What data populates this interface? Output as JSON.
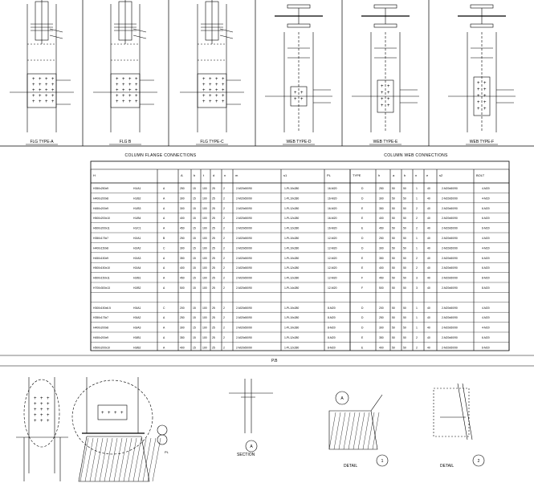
{
  "top_panels": [
    {
      "caption": "FLG TYPE-A",
      "tag": "A"
    },
    {
      "caption": "FLG B",
      "tag": "B"
    },
    {
      "caption": "FLG TYPE-C",
      "tag": "C"
    },
    {
      "caption": "WEB TYPE-D",
      "tag": "D"
    },
    {
      "caption": "WEB TYPE-E",
      "tag": "E"
    },
    {
      "caption": "WEB TYPE-F",
      "tag": "F"
    }
  ],
  "table": {
    "left_heading": "COLUMN FLANGE CONNECTIONS",
    "right_heading": "COLUMN WEB CONNECTIONS",
    "rows_left": [
      [
        "H350x250x9",
        "H1/A1",
        "A",
        "250",
        "15",
        "100",
        "25",
        "2",
        "2-M20x50/90",
        "1-PL10x280",
        "16-M20"
      ],
      [
        "H400x200x8",
        "H1/B2",
        "A",
        "300",
        "15",
        "100",
        "25",
        "2",
        "2-M20x50/90",
        "1-PL10x280",
        "16-M20"
      ],
      [
        "H450x200x9",
        "H1/B3",
        "A",
        "300",
        "15",
        "100",
        "25",
        "2",
        "2-M20x50/90",
        "1-PL12x280",
        "16-M20"
      ],
      [
        "H500x200x10",
        "H1/B4",
        "A",
        "400",
        "15",
        "100",
        "25",
        "2",
        "2-M20x50/90",
        "1-PL12x280",
        "16-M20"
      ],
      [
        "H600x200x11",
        "H1/C1",
        "A",
        "450",
        "15",
        "100",
        "25",
        "2",
        "2-M20x50/90",
        "1-PL12x280",
        "16-M20"
      ],
      [
        "H350x175x7",
        "H2/A1",
        "B",
        "250",
        "15",
        "100",
        "25",
        "2",
        "2-M20x50/90",
        "1-PL10x280",
        "12-M20"
      ],
      [
        "H400x150x8",
        "H2/A2",
        "C",
        "300",
        "15",
        "100",
        "25",
        "2",
        "2-M20x50/90",
        "1-PL10x280",
        "12-M20"
      ],
      [
        "H450x150x9",
        "H2/A3",
        "A",
        "350",
        "15",
        "100",
        "25",
        "2",
        "2-M20x50/90",
        "1-PL10x280",
        "12-M20"
      ],
      [
        "H500x150x10",
        "H2/A4",
        "A",
        "400",
        "15",
        "100",
        "25",
        "2",
        "2-M20x50/90",
        "1-PL12x280",
        "12-M20"
      ],
      [
        "H600x150x11",
        "H2/B1",
        "A",
        "450",
        "15",
        "100",
        "25",
        "2",
        "2-M20x50/90",
        "1-PL12x280",
        "12-M20"
      ],
      [
        "H700x300x13",
        "H2/B2",
        "A",
        "500",
        "15",
        "100",
        "25",
        "2",
        "2-M20x50/90",
        "1-PL14x280",
        "12-M20"
      ],
      [
        "",
        "",
        " ",
        "",
        "",
        "",
        "",
        "",
        "",
        "",
        ""
      ],
      [
        "H300x150x6.5",
        "H3/A1",
        "C",
        "200",
        "15",
        "100",
        "25",
        "2",
        "2-M20x50/90",
        "1-PL10x280",
        "8-M20"
      ],
      [
        "H350x175x7",
        "H3/A2",
        "A",
        "250",
        "15",
        "100",
        "25",
        "2",
        "2-M20x50/90",
        "1-PL10x280",
        "8-M20"
      ],
      [
        "H400x200x8",
        "H3/A3",
        "A",
        "300",
        "15",
        "100",
        "25",
        "2",
        "2-M20x50/90",
        "1-PL10x280",
        "8-M20"
      ],
      [
        "H450x200x9",
        "H3/B1",
        "A",
        "350",
        "15",
        "100",
        "25",
        "2",
        "2-M20x50/90",
        "1-PL12x280",
        "8-M20"
      ],
      [
        "H500x200x10",
        "H3/B2",
        "A",
        "400",
        "15",
        "100",
        "25",
        "2",
        "2-M20x50/90",
        "1-PL12x280",
        "8-M20"
      ]
    ],
    "rows_right": [
      [
        "D",
        "250",
        "50",
        "50",
        "1",
        "40",
        "2-M20x50/90",
        "4-M20"
      ],
      [
        "D",
        "300",
        "50",
        "50",
        "1",
        "40",
        "2-M20x50/90",
        "4-M20"
      ],
      [
        "E",
        "350",
        "50",
        "50",
        "2",
        "40",
        "2-M20x50/90",
        "6-M20"
      ],
      [
        "E",
        "400",
        "50",
        "50",
        "2",
        "40",
        "2-M20x50/90",
        "6-M20"
      ],
      [
        "E",
        "450",
        "50",
        "50",
        "2",
        "40",
        "2-M20x50/90",
        "6-M20"
      ],
      [
        "D",
        "250",
        "50",
        "50",
        "1",
        "40",
        "2-M20x50/90",
        "4-M20"
      ],
      [
        "D",
        "300",
        "50",
        "50",
        "1",
        "40",
        "2-M20x50/90",
        "4-M20"
      ],
      [
        "E",
        "350",
        "50",
        "50",
        "2",
        "40",
        "2-M20x50/90",
        "6-M20"
      ],
      [
        "E",
        "400",
        "50",
        "50",
        "2",
        "40",
        "2-M20x50/90",
        "6-M20"
      ],
      [
        "F",
        "450",
        "50",
        "50",
        "3",
        "40",
        "2-M20x50/90",
        "8-M20"
      ],
      [
        "F",
        "500",
        "50",
        "50",
        "3",
        "40",
        "2-M20x50/90",
        "8-M20"
      ],
      [
        "",
        "",
        "",
        "",
        "",
        "",
        "",
        ""
      ],
      [
        "D",
        "200",
        "50",
        "50",
        "1",
        "40",
        "2-M20x50/90",
        "4-M20"
      ],
      [
        "D",
        "250",
        "50",
        "50",
        "1",
        "40",
        "2-M20x50/90",
        "4-M20"
      ],
      [
        "D",
        "300",
        "50",
        "50",
        "1",
        "40",
        "2-M20x50/90",
        "4-M20"
      ],
      [
        "E",
        "350",
        "50",
        "50",
        "2",
        "40",
        "2-M20x50/90",
        "6-M20"
      ],
      [
        "E",
        "400",
        "50",
        "50",
        "2",
        "40",
        "2-M20x50/90",
        "6-M20"
      ]
    ]
  },
  "bottom": {
    "banner": "P.B",
    "section_label": "SECTION",
    "section_tag": "A",
    "detail1_label": "DETAIL",
    "detail1_tag": "1",
    "detail2_label": "DETAIL",
    "detail2_tag": "2"
  }
}
